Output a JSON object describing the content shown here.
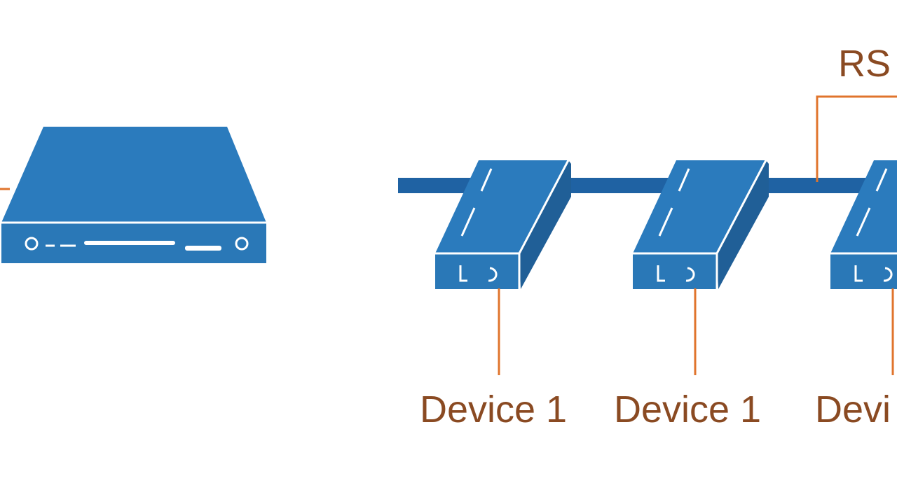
{
  "bus_label": "RS",
  "devices": [
    {
      "label": "Device 1"
    },
    {
      "label": "Device 1"
    },
    {
      "label": "Devi"
    }
  ],
  "colors": {
    "device_fill": "#2b7bbd",
    "device_front": "#2a78b7",
    "device_side": "#205f97",
    "bus_line": "#1f62a3",
    "connector": "#e0742c",
    "label_text": "#8a4a22",
    "background": "#ffffff"
  }
}
